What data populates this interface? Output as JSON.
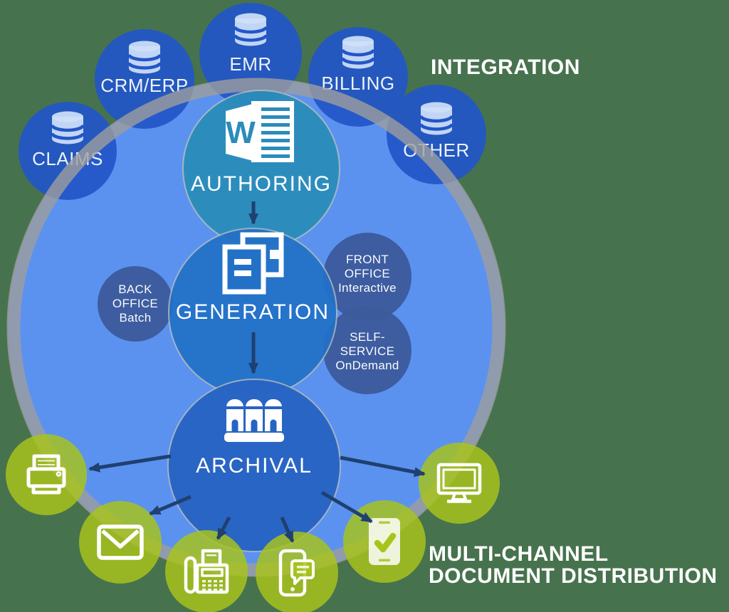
{
  "headings": {
    "integration": "INTEGRATION",
    "multichannel_line1": "MULTI-CHANNEL",
    "multichannel_line2": "DOCUMENT DISTRIBUTION"
  },
  "integration_sources": [
    {
      "label": "CLAIMS",
      "icon": "database-icon"
    },
    {
      "label": "CRM/ERP",
      "icon": "database-icon"
    },
    {
      "label": "EMR",
      "icon": "database-icon"
    },
    {
      "label": "BILLING",
      "icon": "database-icon"
    },
    {
      "label": "OTHER",
      "icon": "database-icon"
    }
  ],
  "core_flow": {
    "authoring": {
      "label": "AUTHORING",
      "icon": "word-document-icon",
      "icon_letter": "W"
    },
    "generation": {
      "label": "GENERATION",
      "icon": "stacked-documents-icon"
    },
    "archival": {
      "label": "ARCHIVAL",
      "icon": "archive-shelf-icon"
    }
  },
  "generation_modes": {
    "back_office": {
      "line1": "BACK",
      "line2": "OFFICE",
      "line3": "Batch"
    },
    "front_office": {
      "line1": "FRONT",
      "line2": "OFFICE",
      "line3": "Interactive"
    },
    "self_service": {
      "line1": "SELF-",
      "line2": "SERVICE",
      "line3": "OnDemand"
    }
  },
  "distribution_channels": [
    {
      "name": "print",
      "icon": "printer-icon"
    },
    {
      "name": "email",
      "icon": "envelope-icon"
    },
    {
      "name": "fax",
      "icon": "fax-machine-icon"
    },
    {
      "name": "mobile-message",
      "icon": "mobile-chat-icon"
    },
    {
      "name": "mobile-approval",
      "icon": "mobile-check-icon"
    },
    {
      "name": "web",
      "icon": "desktop-monitor-icon"
    }
  ],
  "colors": {
    "background": "#47724E",
    "platform_circle": "#5B92F0",
    "ring": "#9E9E9E",
    "integration_circle": "#2256C8",
    "database_icon": "#CFE0F8",
    "authoring_circle": "#2B8CBA",
    "generation_circle": "#2371C7",
    "archival_circle": "#2763C2",
    "mode_circle": "#3C5B9D",
    "channel_circle": "#A8C41B",
    "arrow": "#1F4070",
    "text": "#FFFFFF"
  }
}
